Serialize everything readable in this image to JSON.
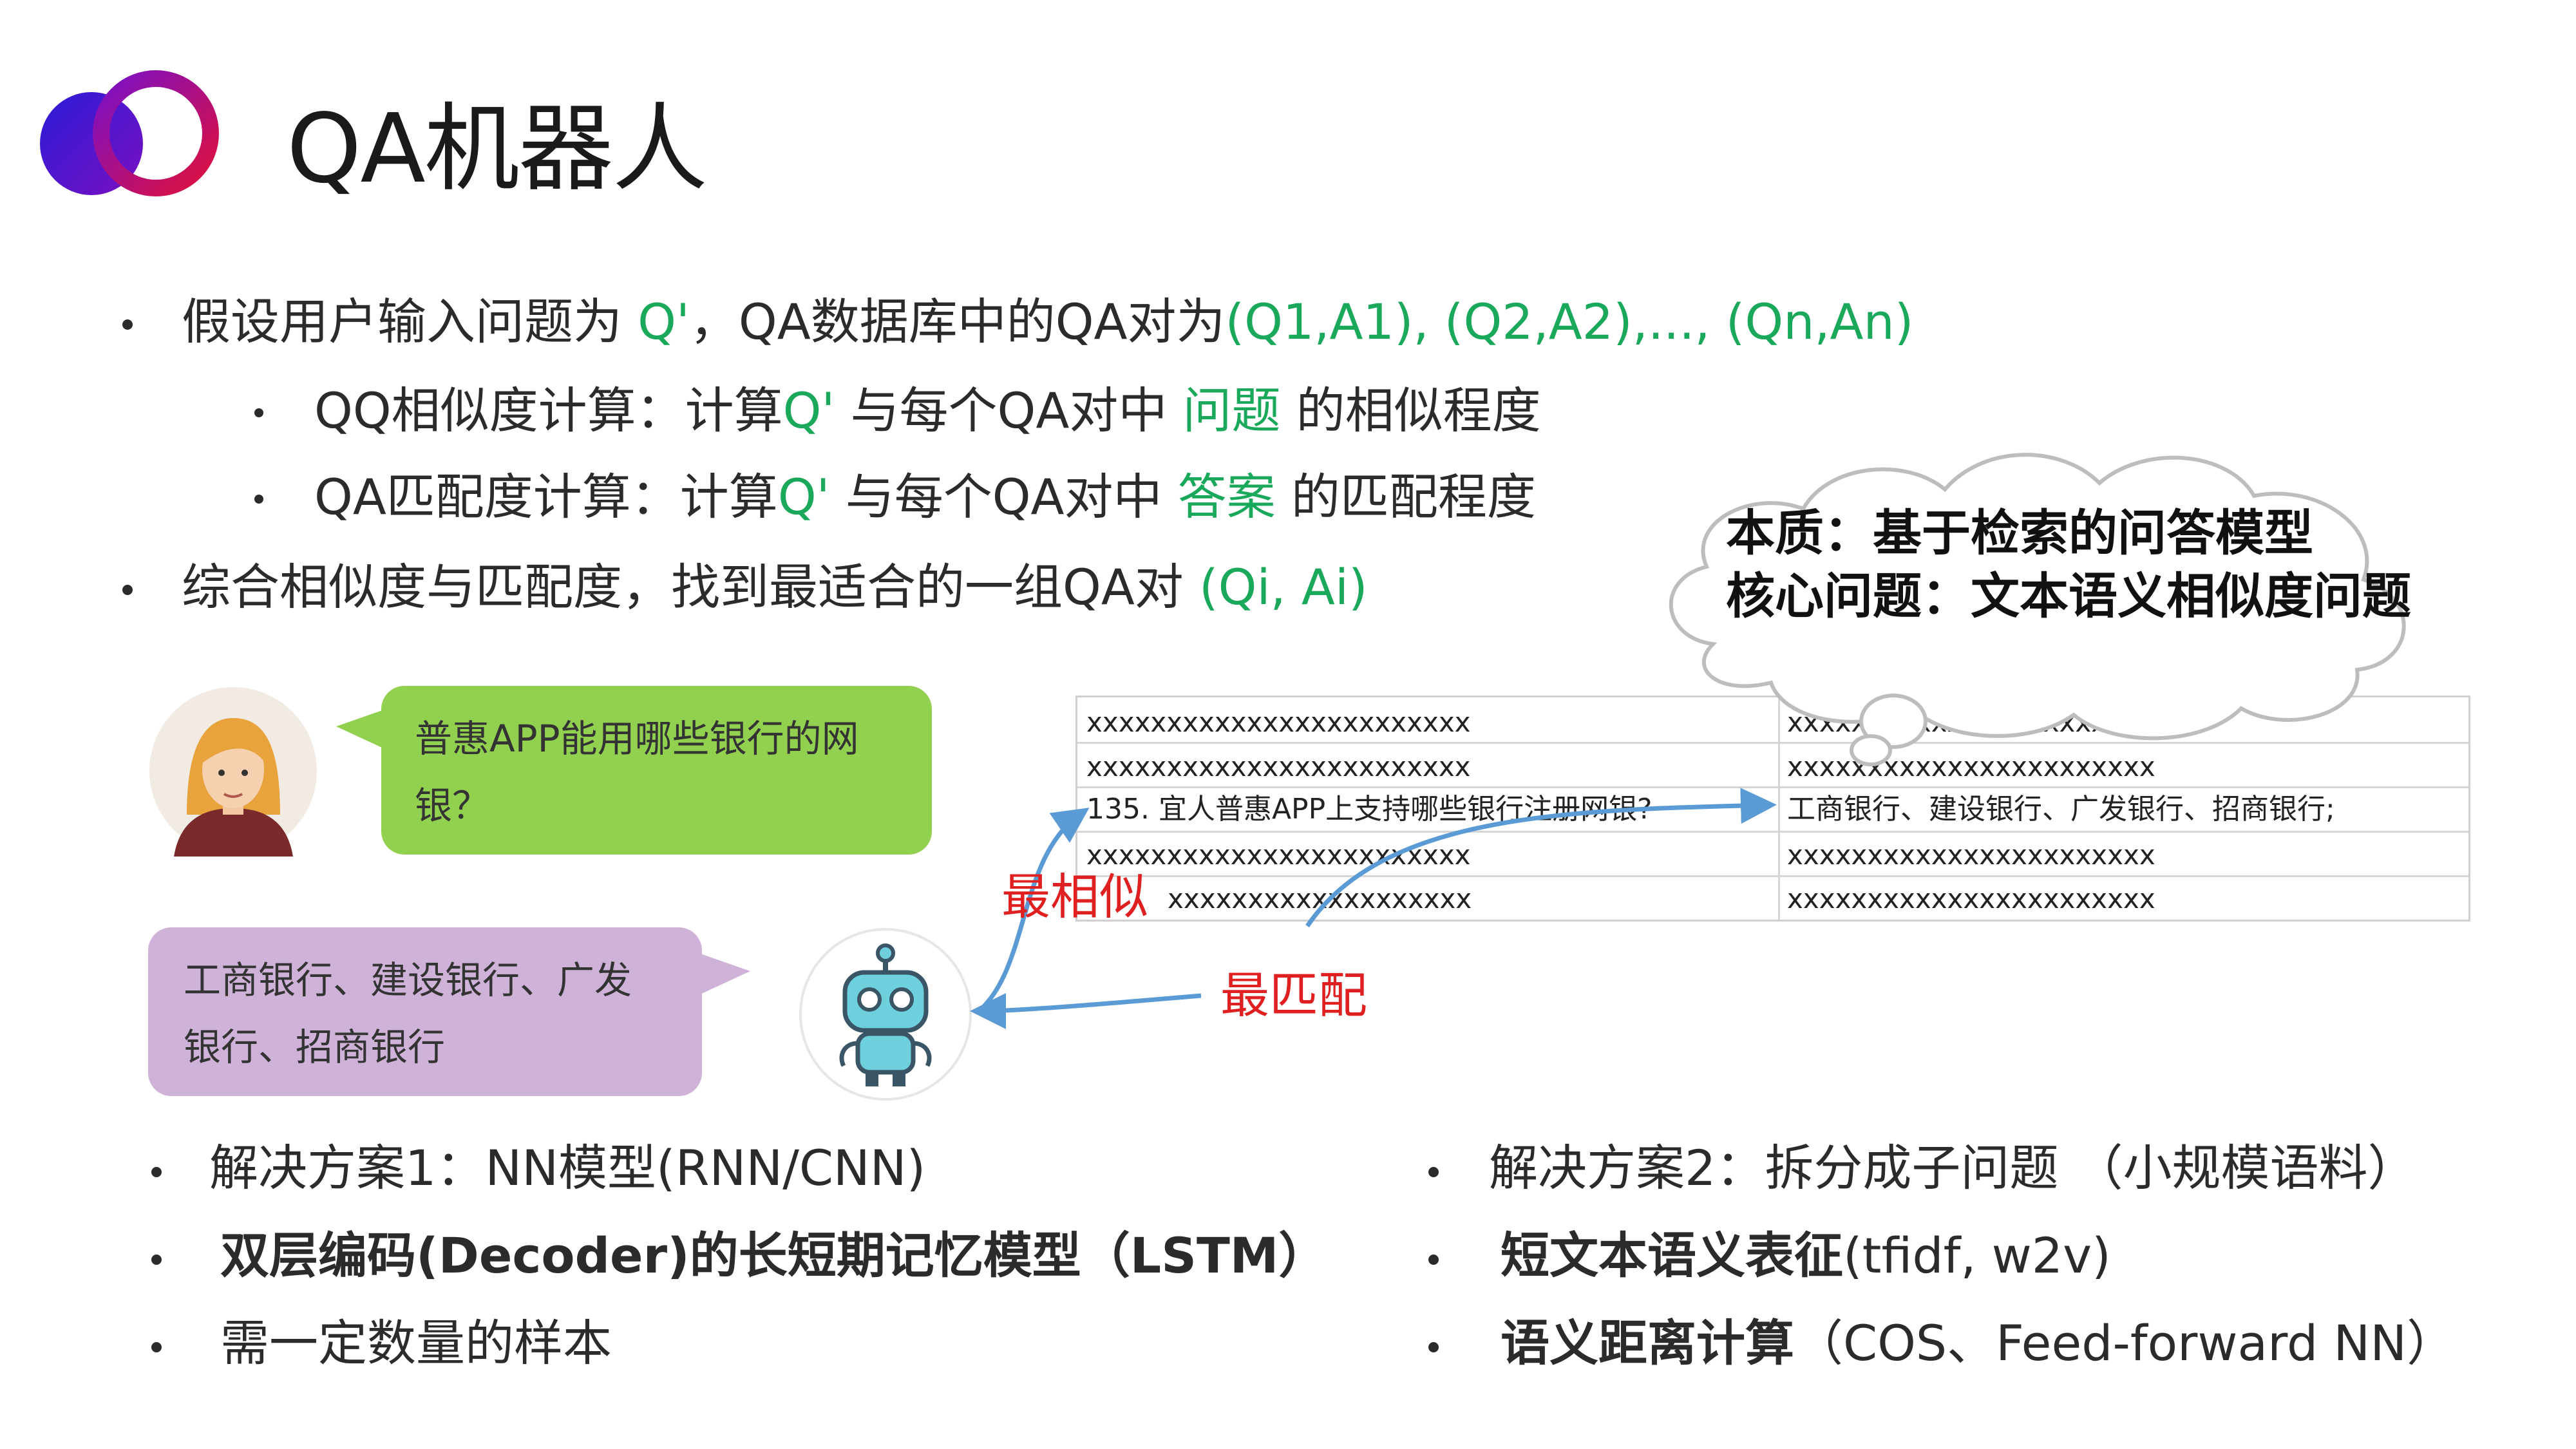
{
  "slide": {
    "title": "QA机器人",
    "bullets": {
      "b1_prefix": "假设用户输入问题为 ",
      "b1_q": "Q'",
      "b1_mid": "，QA数据库中的QA对为",
      "b1_pairs": "(Q1,A1), (Q2,A2),..., (Qn,An)",
      "b2_prefix": "QQ相似度计算：计算",
      "b2_q": "Q'",
      "b2_mid": " 与每个QA对中 ",
      "b2_key": "问题",
      "b2_suffix": " 的相似程度",
      "b3_prefix": "QA匹配度计算：计算",
      "b3_q": "Q'",
      "b3_mid": " 与每个QA对中 ",
      "b3_key": "答案",
      "b3_suffix": " 的匹配程度",
      "b4_prefix": "综合相似度与匹配度，找到最适合的一组QA对 ",
      "b4_pair": "(Qi, Ai)"
    },
    "cloud": {
      "line1": "本质：基于检索的问答模型",
      "line2": "核心问题：文本语义相似度问题"
    },
    "user_bubble": {
      "line1": "普惠APP能用哪些银行的网",
      "line2": "银？"
    },
    "bot_bubble": {
      "line1": "工商银行、建设银行、广发",
      "line2": "银行、招商银行"
    },
    "table": {
      "left": [
        "xxxxxxxxxxxxxxxxxxxxxxxx",
        "xxxxxxxxxxxxxxxxxxxxxxxx",
        "135. 宜人普惠APP上支持哪些银行注册网银?",
        "xxxxxxxxxxxxxxxxxxxxxxxx",
        "xxxxxxxxxxxxxxxxxxx"
      ],
      "right": [
        "xxxxxxxxxxxxxxxxxxxxxxx",
        "xxxxxxxxxxxxxxxxxxxxxxx",
        "工商银行、建设银行、广发银行、招商银行;",
        "xxxxxxxxxxxxxxxxxxxxxxx",
        "xxxxxxxxxxxxxxxxxxxxxxx"
      ]
    },
    "labels": {
      "most_similar": "最相似",
      "best_match": "最匹配"
    },
    "solution1": {
      "l1": "解决方案1：NN模型(RNN/CNN)",
      "l2": "双层编码(Decoder)的长短期记忆模型（LSTM）",
      "l3": "需一定数量的样本"
    },
    "solution2": {
      "l1": "解决方案2：拆分成子问题 （小规模语料）",
      "l2_bold": "短文本语义表征",
      "l2_rest": "(tfidf, w2v)",
      "l3_bold": "语义距离计算",
      "l3_rest": "（COS、Feed-forward NN）"
    },
    "colors": {
      "green_text": "#1aa85b",
      "red_text": "#e02020",
      "user_bubble": "#92d050",
      "bot_bubble": "#cfb2d8",
      "arrow": "#5b9bd5"
    }
  }
}
